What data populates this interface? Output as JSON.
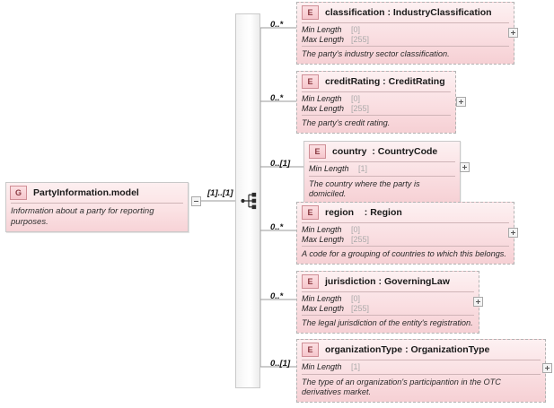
{
  "diagram": {
    "kind": "xml-schema-element-diagram",
    "root": {
      "icon": "G",
      "title": "PartyInformation.model",
      "documentation": "Information about a party for reporting purposes.",
      "cardinality": "[1]..[1]",
      "collapse_handle": "minus"
    },
    "compositor": {
      "type": "sequence",
      "icon": "sequence-icon"
    },
    "elements": [
      {
        "icon": "E",
        "name": "classification",
        "separator": " : ",
        "type": "IndustryClassification",
        "cardinality": "0..*",
        "border": "dashed",
        "facets": [
          {
            "label": "Min Length",
            "value": "[0]"
          },
          {
            "label": "Max Length",
            "value": "[255]"
          }
        ],
        "documentation": "The party's industry sector classification.",
        "expand_handle": "plus"
      },
      {
        "icon": "E",
        "name": "creditRating",
        "separator": " : ",
        "type": "CreditRating",
        "cardinality": "0..*",
        "border": "dashed",
        "facets": [
          {
            "label": "Min Length",
            "value": "[0]"
          },
          {
            "label": "Max Length",
            "value": "[255]"
          }
        ],
        "documentation": "The party's credit rating.",
        "expand_handle": "plus"
      },
      {
        "icon": "E",
        "name": "country  ",
        "separator": ": ",
        "type": "CountryCode",
        "cardinality": "0..[1]",
        "border": "solid",
        "facets": [
          {
            "label": "Min Length",
            "value": "[1]"
          }
        ],
        "documentation": "The country where the party is domiciled.",
        "expand_handle": "plus"
      },
      {
        "icon": "E",
        "name": "region    ",
        "separator": ": ",
        "type": "Region",
        "cardinality": "0..*",
        "border": "dashed",
        "facets": [
          {
            "label": "Min Length",
            "value": "[0]"
          },
          {
            "label": "Max Length",
            "value": "[255]"
          }
        ],
        "documentation": "A code for a grouping of countries to which this belongs.",
        "expand_handle": "plus"
      },
      {
        "icon": "E",
        "name": "jurisdiction",
        "separator": " : ",
        "type": "GoverningLaw",
        "cardinality": "0..*",
        "border": "dashed",
        "facets": [
          {
            "label": "Min Length",
            "value": "[0]"
          },
          {
            "label": "Max Length",
            "value": "[255]"
          }
        ],
        "documentation": "The legal jurisdiction of the entity's registration.",
        "expand_handle": "plus"
      },
      {
        "icon": "E",
        "name": "organizationType",
        "separator": " : ",
        "type": "OrganizationType",
        "cardinality": "0..[1]",
        "border": "dashed",
        "facets": [
          {
            "label": "Min Length",
            "value": "[1]"
          }
        ],
        "documentation": "The type of an organization's participantion in the OTC derivatives market.",
        "expand_handle": "plus"
      }
    ],
    "colors": {
      "node_fill_light": "#fdf1f2",
      "node_fill_dark": "#f6d0d4",
      "badge_text": "#8a3a42",
      "badge_border": "#cf8e96",
      "line": "#9a9a9a",
      "facet_value": "#a9a9a9"
    }
  }
}
